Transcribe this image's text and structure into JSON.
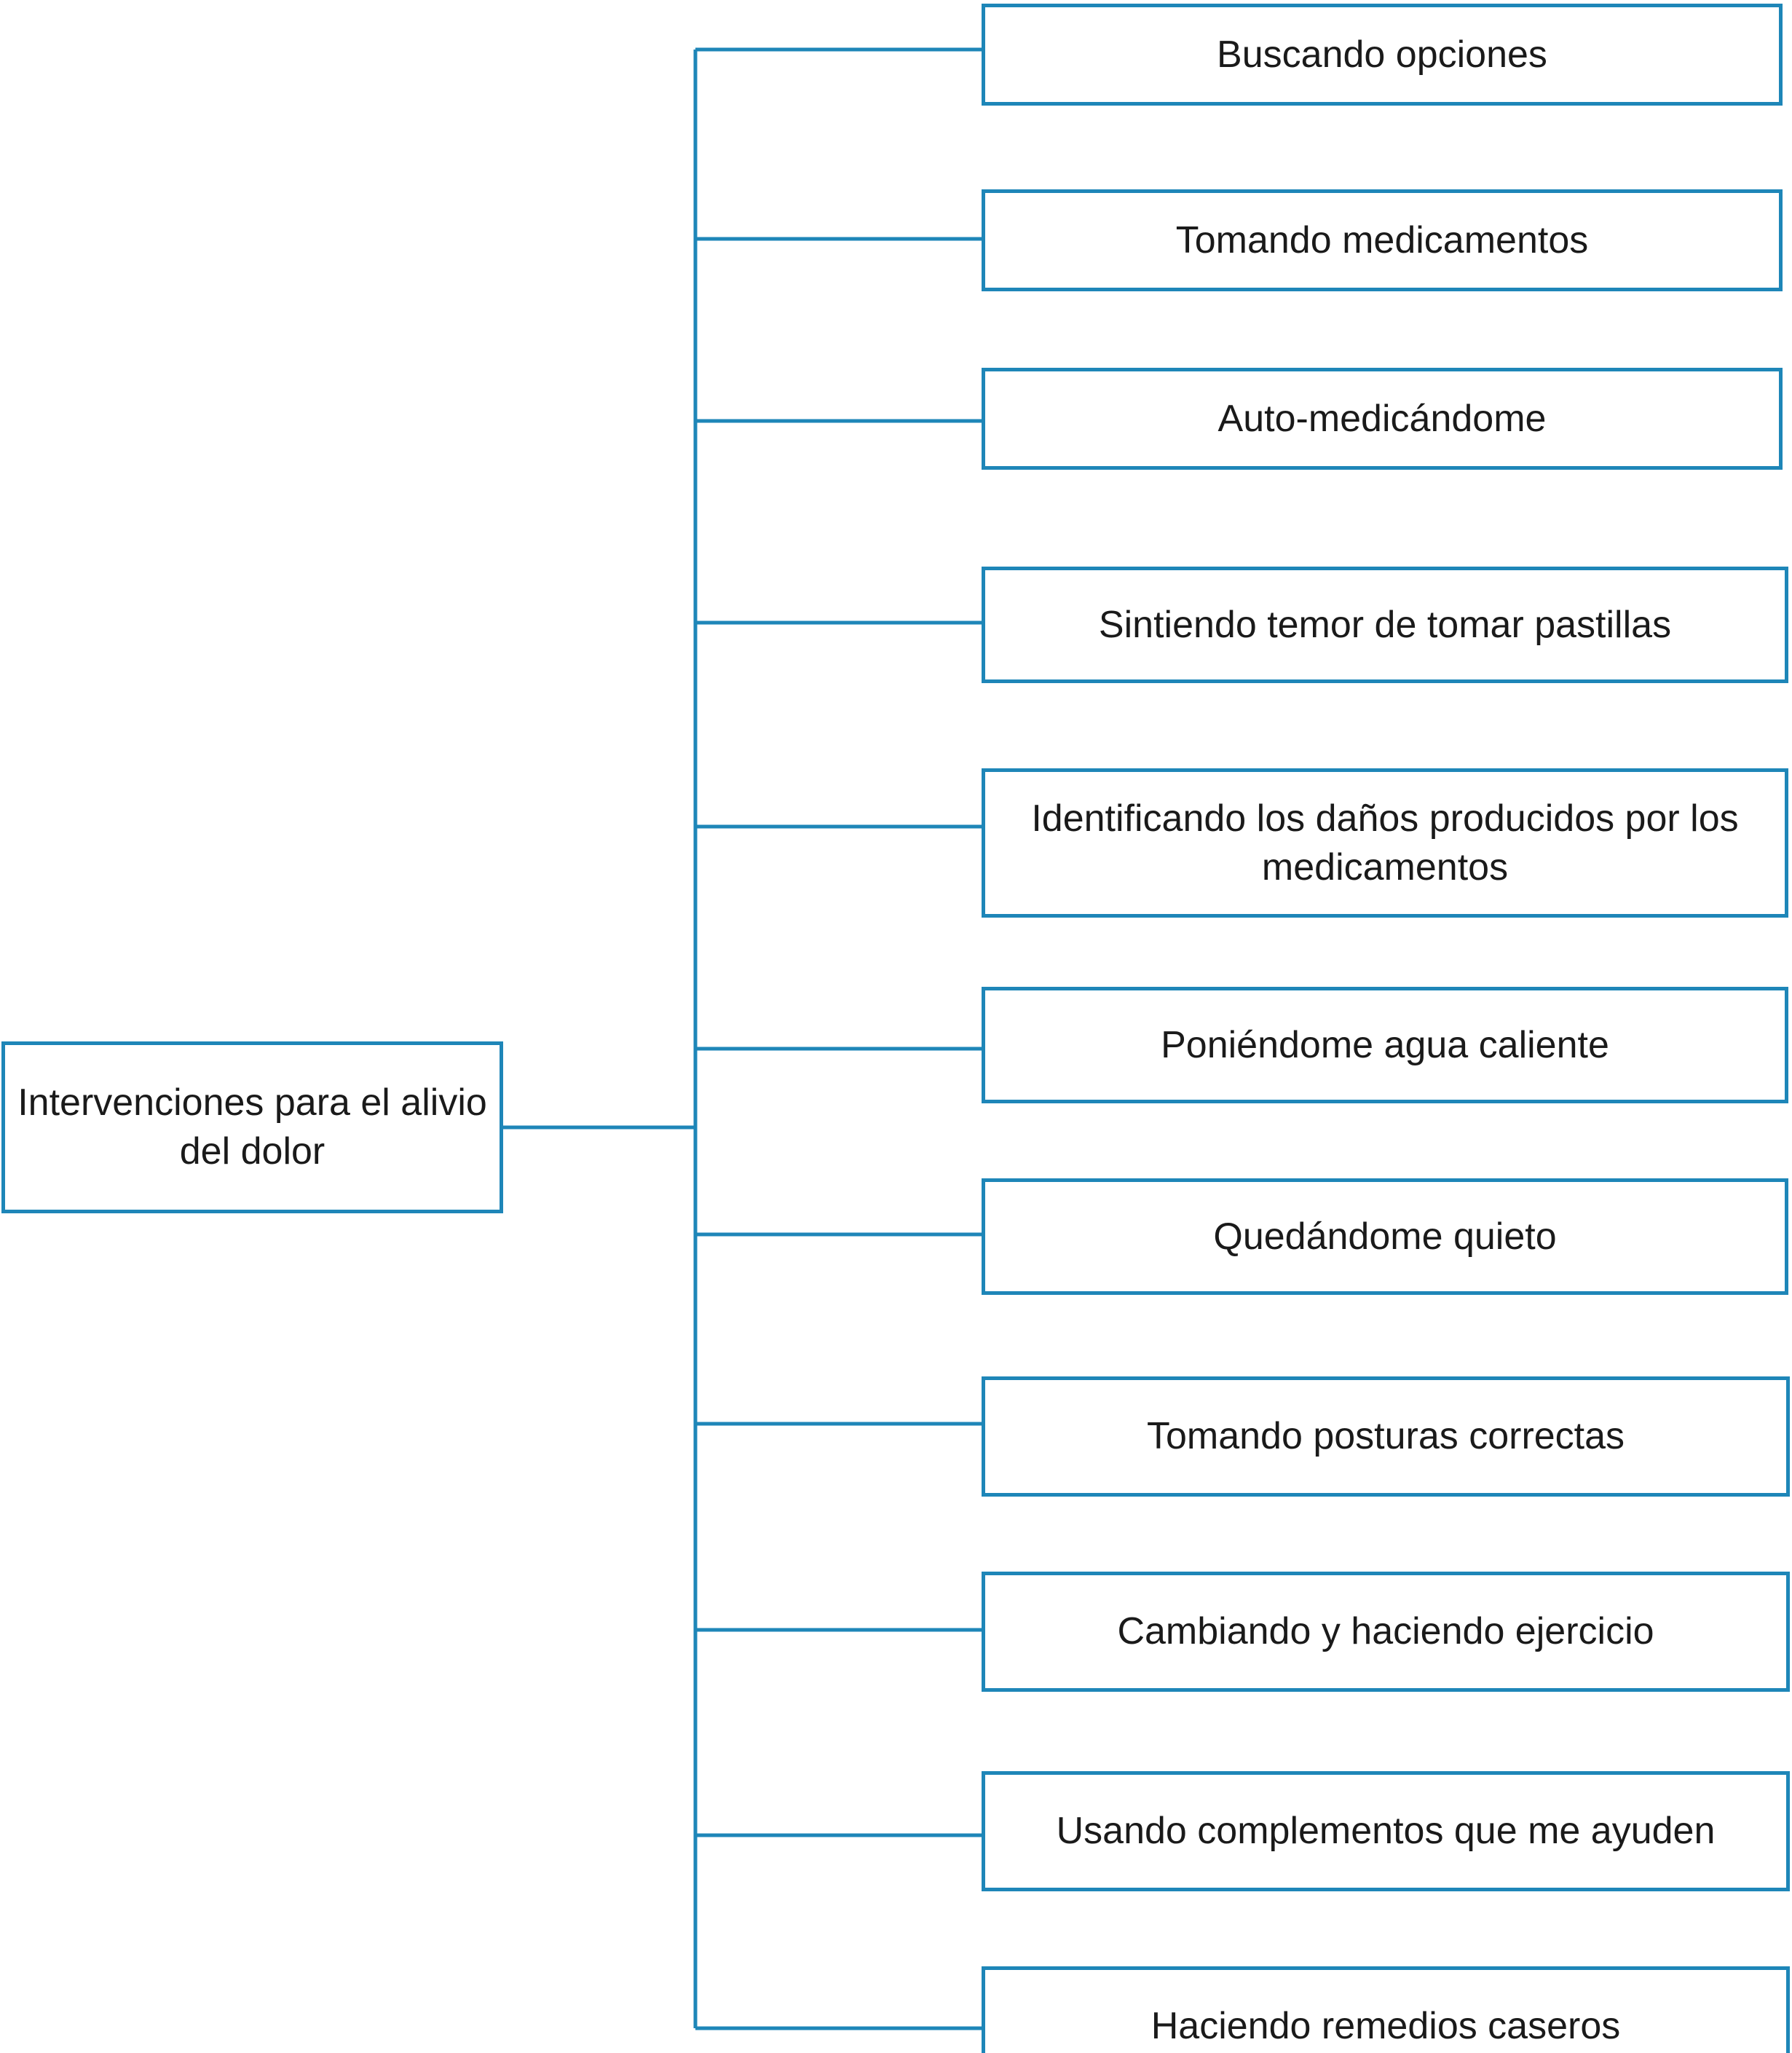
{
  "diagram": {
    "type": "mind-map-tree",
    "orientation": "left-to-right",
    "accent_color": "#1e86b8",
    "background_color": "#ffffff",
    "text_color": "#1a1a1a",
    "root": {
      "label": "Intervenciones para el alivio del dolor"
    },
    "branches": [
      {
        "label": "Buscando opciones"
      },
      {
        "label": "Tomando medicamentos"
      },
      {
        "label": "Auto-medicándome"
      },
      {
        "label": "Sintiendo temor de tomar pastillas"
      },
      {
        "label": "Identificando los daños producidos por los medicamentos"
      },
      {
        "label": "Poniéndome agua caliente"
      },
      {
        "label": "Quedándome quieto"
      },
      {
        "label": "Tomando posturas correctas"
      },
      {
        "label": "Cambiando y haciendo ejercicio"
      },
      {
        "label": "Usando complementos que me ayuden"
      },
      {
        "label": "Haciendo remedios caseros"
      }
    ]
  }
}
